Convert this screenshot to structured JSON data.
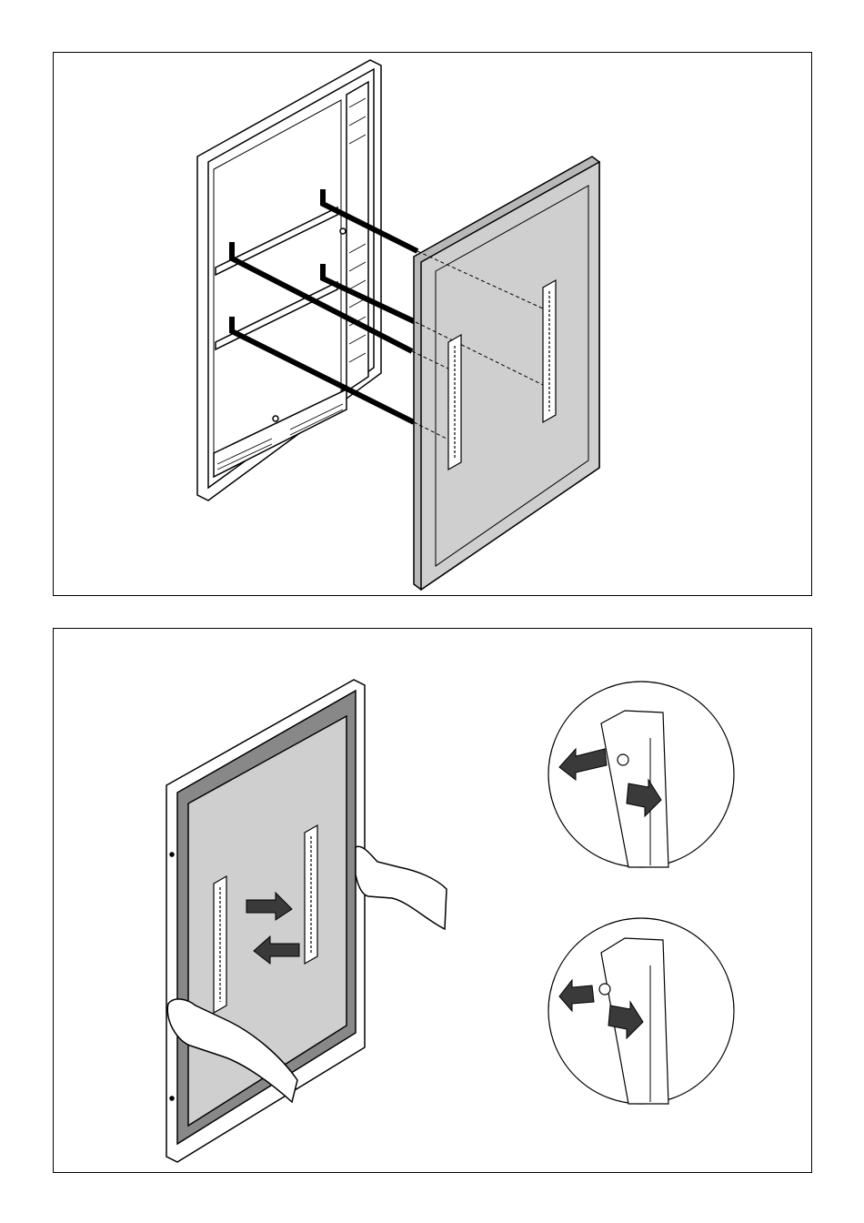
{
  "figure": {
    "top_panel": {
      "subject": "wall-mount-frame-with-display",
      "rails_count": 4,
      "bracket_count": 2
    },
    "bottom_panel": {
      "subject": "display-hanging-on-frame",
      "detail_circles_count": 2
    },
    "colors": {
      "line": "#000000",
      "display_gray": "#cfcfcf",
      "display_edge": "#b8b8b8",
      "bezel_dark": "#888888",
      "arrow_fill": "#3a3a3a"
    },
    "icons": [
      "hand-icon",
      "arrow-icon"
    ]
  }
}
